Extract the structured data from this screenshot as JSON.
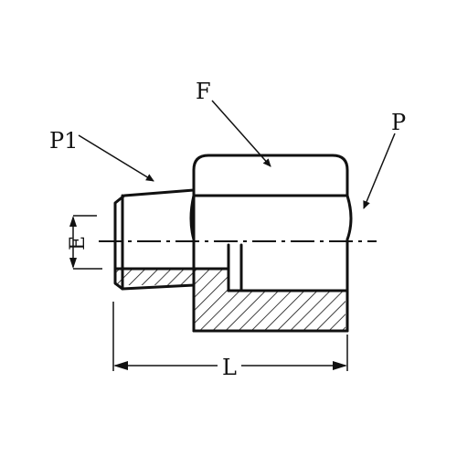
{
  "diagram": {
    "labels": {
      "f": "F",
      "p": "P",
      "p1": "P1",
      "e": "E",
      "l": "L"
    },
    "colors": {
      "line": "#111111",
      "background": "#ffffff"
    }
  }
}
